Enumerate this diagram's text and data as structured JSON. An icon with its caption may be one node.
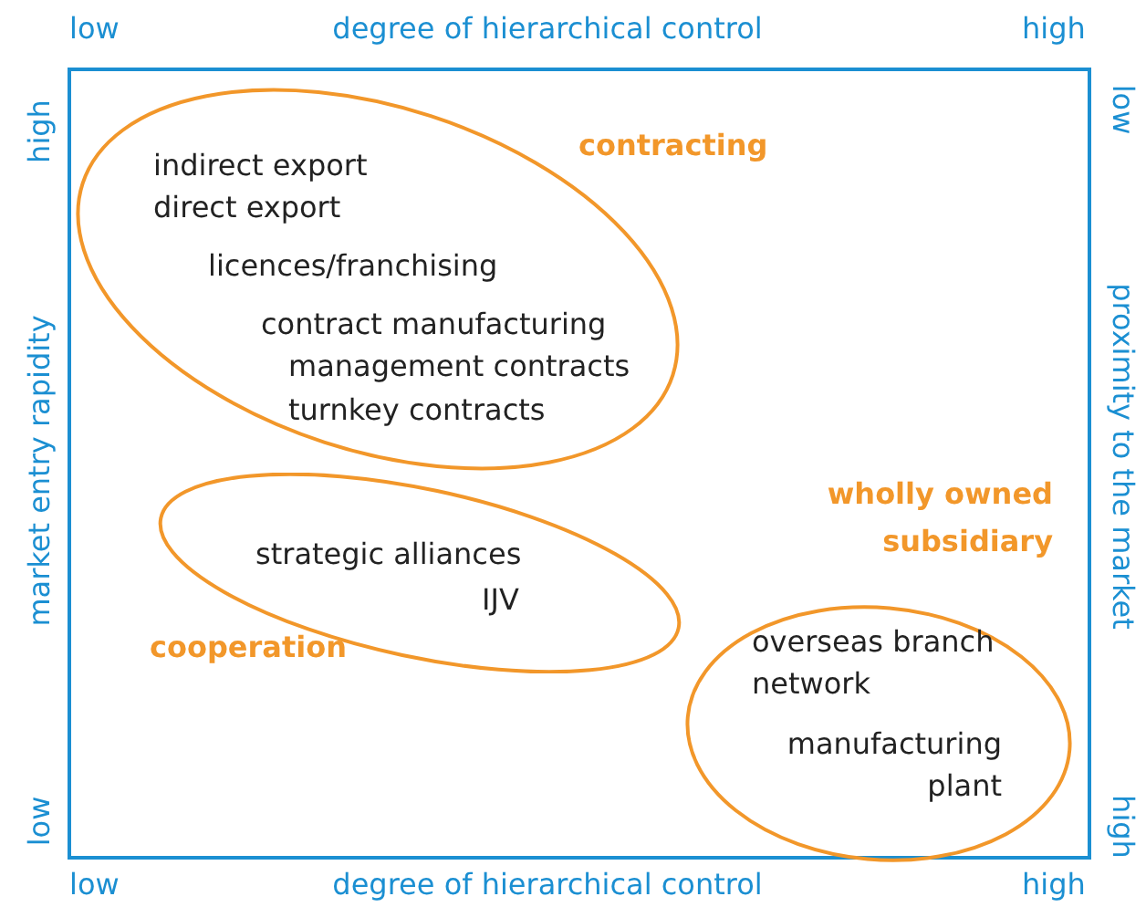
{
  "diagram": {
    "nodes": [
      {
        "text": [],
        "shape": "box"
      },
      {
        "text": [
          "indirect export",
          "direct export",
          "licences/franchising",
          "contract manufacturing",
          "management contracts",
          "turnkey contracts"
        ],
        "in": 0,
        "beside": [
          "contracting"
        ]
      },
      {
        "text": [
          "strategic alliances",
          "IJV"
        ],
        "in": 0,
        "beside": [
          "cooperation"
        ]
      },
      {
        "text": [
          "overseas branch network",
          "manufacturing plant"
        ],
        "in": 0,
        "beside": [
          "wholly owned subsidiary"
        ]
      }
    ],
    "edges": [],
    "labels": [
      "low",
      "degree of hierarchical control",
      "high",
      "high",
      "market entry rapidity",
      "low",
      "low",
      "proximity to the market",
      "high",
      "low",
      "degree of hierarchical control",
      "high"
    ]
  }
}
